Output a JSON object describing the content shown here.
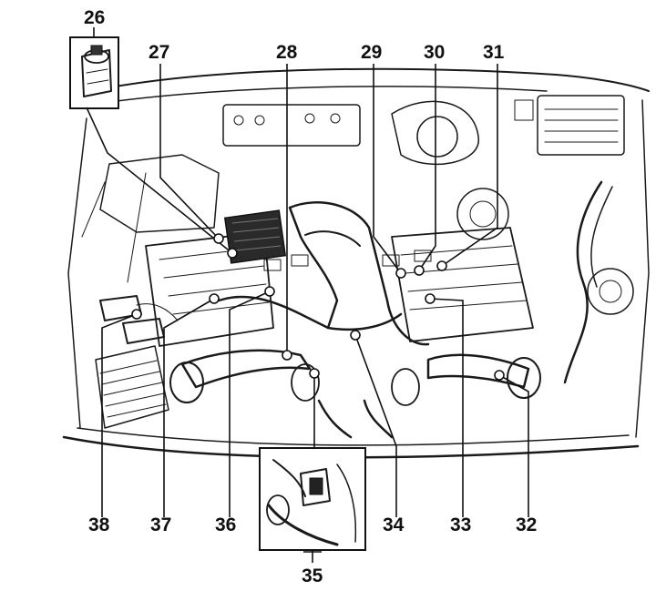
{
  "callouts": [
    {
      "id": "26",
      "label": "26"
    },
    {
      "id": "27",
      "label": "27"
    },
    {
      "id": "28",
      "label": "28"
    },
    {
      "id": "29",
      "label": "29"
    },
    {
      "id": "30",
      "label": "30"
    },
    {
      "id": "31",
      "label": "31"
    },
    {
      "id": "32",
      "label": "32"
    },
    {
      "id": "33",
      "label": "33"
    },
    {
      "id": "34",
      "label": "34"
    },
    {
      "id": "35",
      "label": "35"
    },
    {
      "id": "36",
      "label": "36"
    },
    {
      "id": "37",
      "label": "37"
    },
    {
      "id": "38",
      "label": "38"
    }
  ],
  "colors": {
    "ink": "#1a1a1a",
    "background": "#ffffff"
  }
}
